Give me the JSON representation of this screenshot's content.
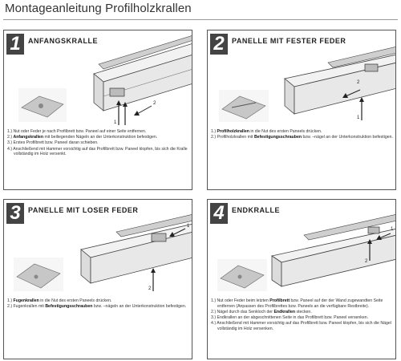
{
  "title": "Montageanleitung Profilholzkrallen",
  "panels": [
    {
      "number": "1",
      "title": "ANFANGSKRALLE",
      "steps": [
        {
          "n": "1.)",
          "pre": "Nut oder Feder je nach Profilbrett bzw. Paneel auf einer Seite entfernen.",
          "bold": "",
          "post": ""
        },
        {
          "n": "2.)",
          "pre": "",
          "bold": "Anfangskrallen",
          "post": " mit beiliegenden Nägeln an der Unterkonstruktion befestigen."
        },
        {
          "n": "3.)",
          "pre": "Erstes Profilbrett bzw. Paneel daran schieben.",
          "bold": "",
          "post": ""
        },
        {
          "n": "4.)",
          "pre": "Anschließend mit Hammer vorsichtig auf das Profilbrett bzw. Paneel klopfen, bis sich die Kralle vollständig im Holz versenkt.",
          "bold": "",
          "post": ""
        }
      ]
    },
    {
      "number": "2",
      "title": "PANELLE MIT FESTER FEDER",
      "steps": [
        {
          "n": "1.)",
          "pre": "",
          "bold": "Profilholzkrallen",
          "post": " in die Nut des ersten Paneels drücken."
        },
        {
          "n": "2.)",
          "pre": "Profilholzkrallen mit ",
          "bold": "Befestigungsschrauben",
          "post": " bzw. –nägel an der Unterkonstruktion befestigen."
        }
      ]
    },
    {
      "number": "3",
      "title": "PANELLE MIT LOSER FEDER",
      "steps": [
        {
          "n": "1.)",
          "pre": "",
          "bold": "Fugenkrallen",
          "post": " in die Nut des ersten Paneels drücken."
        },
        {
          "n": "2.)",
          "pre": "Fugenkrallen mit ",
          "bold": "Befestigungsschrauben",
          "post": " bzw. –nägeln an der Unterkonstruktion befestigen."
        }
      ]
    },
    {
      "number": "4",
      "title": "ENDKRALLE",
      "steps": [
        {
          "n": "1.)",
          "pre": "Nut oder Feder beim letzten ",
          "bold": "Profilbrett",
          "post": " bzw. Paneel auf der der Wand zugewandten Seite entfernen (Anpassen des Profilbrettes bzw. Paneels an die verfügbare Restbreite)."
        },
        {
          "n": "2.)",
          "pre": "Nägel durch das Senkloch der ",
          "bold": "Endkrallen",
          "post": " stecken."
        },
        {
          "n": "3.)",
          "pre": "Endkrallen an der abgeschnittenen Seite in das Profilbrett bzw. Paneel versenken.",
          "bold": "",
          "post": ""
        },
        {
          "n": "4.)",
          "pre": "Anschließend mit Hammer vorsichtig auf das Profilbrett bzw. Paneel klopfen, bis sich die Nägel vollständig im Holz versenken.",
          "bold": "",
          "post": ""
        }
      ]
    }
  ],
  "arrow_labels": {
    "one": "1",
    "two": "2"
  }
}
